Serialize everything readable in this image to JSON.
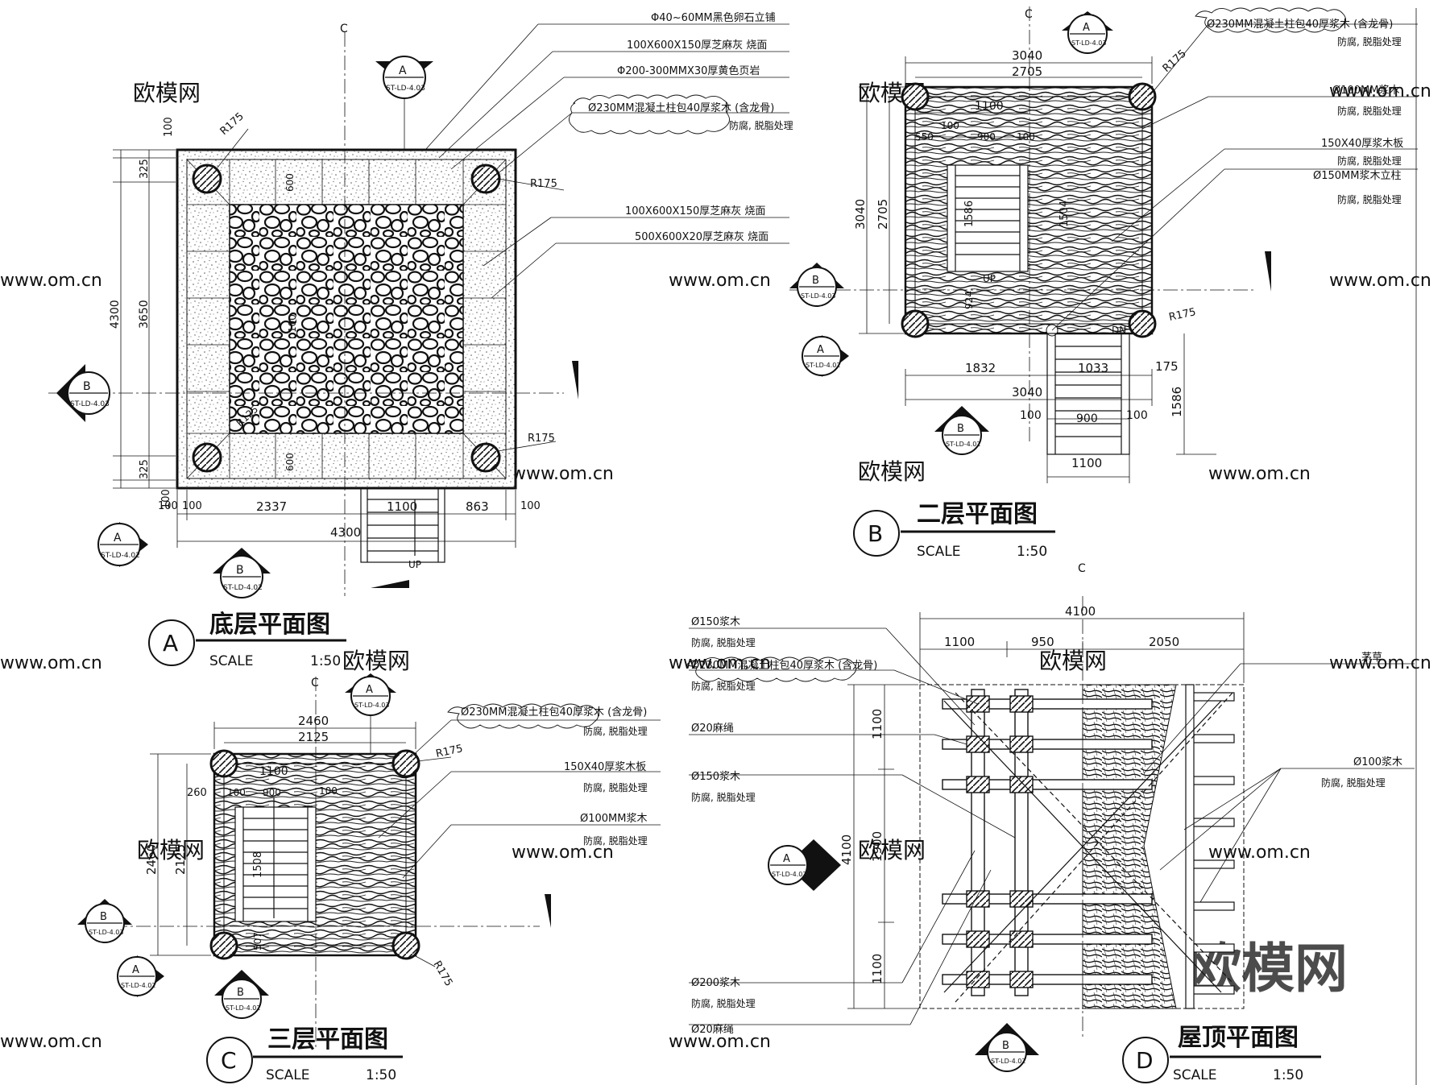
{
  "watermarks": {
    "site_cn": "欧模网",
    "site_url": "www.om.cn",
    "logo": "欧模网"
  },
  "plan_a": {
    "marker": "A",
    "title": "底层平面图",
    "scale_label": "SCALE",
    "scale_value": "1:50",
    "up_label": "UP",
    "centerline": "C",
    "section_a": {
      "letter": "A",
      "ref": "ST-LD-4.03"
    },
    "section_b": {
      "letter": "B",
      "ref": "ST-LD-4.03"
    },
    "section_a_bottom": {
      "letter": "A",
      "ref": "ST-LD-4.02"
    },
    "section_b_bottom": {
      "letter": "B",
      "ref": "ST-LD-4.02"
    },
    "dims": {
      "top_100": "100",
      "top_325": "325",
      "overall_v": "4300",
      "inner_v": "3650",
      "bot_325": "325",
      "bot_100": "100",
      "h_100a": "100",
      "h_100b": "100",
      "h_2337": "2337",
      "h_1100": "1100",
      "h_863": "863",
      "h_100c": "100",
      "overall_h": "4300",
      "tile_600a": "600",
      "tile_600b": "600",
      "r175a": "R175",
      "r175b": "R175",
      "r175c": "R175",
      "r_inner": "R125",
      "center_mark": "100"
    },
    "notes": [
      "Φ40~60MM黑色卵石立铺",
      "100X600X150厚芝麻灰 烧面",
      "Φ200-300MMX30厚黄色页岩",
      "Ø230MM混凝土柱包40厚浆木 (含龙骨)",
      "防腐, 脱脂处理",
      "100X600X150厚芝麻灰 烧面",
      "500X600X20厚芝麻灰 烧面"
    ]
  },
  "plan_b": {
    "marker": "B",
    "title": "二层平面图",
    "scale_label": "SCALE",
    "scale_value": "1:50",
    "up_label": "UP",
    "dn_label": "DN",
    "centerline": "C",
    "section_a": {
      "letter": "A",
      "ref": "ST-LD-4.03"
    },
    "section_b": {
      "letter": "B",
      "ref": "ST-LD-4.03"
    },
    "section_a_left": {
      "letter": "A",
      "ref": "ST-LD-4.02"
    },
    "section_b_bottom": {
      "letter": "B",
      "ref": "ST-LD-4.02"
    },
    "dims": {
      "top_3040": "3040",
      "top_2705": "2705",
      "top_1100": "1100",
      "top_100a": "100",
      "top_550": "550",
      "top_900": "900",
      "top_100b": "100",
      "left_3040": "3040",
      "left_2705": "2705",
      "v_1586": "1586",
      "v_1504": "1504",
      "v_924": "924",
      "bot_1832": "1832",
      "bot_1033": "1033",
      "bot_175": "175",
      "bot_3040": "3040",
      "stair_100a": "100",
      "stair_900": "900",
      "stair_100b": "100",
      "stair_1100": "1100",
      "stair_1586": "1586",
      "r175a": "R175",
      "r175b": "R175"
    },
    "notes": [
      "Ø230MM混凝土柱包40厚浆木 (含龙骨)",
      "防腐, 脱脂处理",
      "Ø100MM浆木",
      "防腐, 脱脂处理",
      "150X40厚浆木板",
      "防腐, 脱脂处理",
      "Ø150MM浆木立柱",
      "防腐, 脱脂处理"
    ]
  },
  "plan_c": {
    "marker": "C",
    "title": "三层平面图",
    "scale_label": "SCALE",
    "scale_value": "1:50",
    "centerline": "C",
    "section_a": {
      "letter": "A",
      "ref": "ST-LD-4.03"
    },
    "section_b": {
      "letter": "B",
      "ref": "ST-LD-4.03"
    },
    "section_a_left": {
      "letter": "A",
      "ref": "ST-LD-4.02"
    },
    "section_b_bottom": {
      "letter": "B",
      "ref": "ST-LD-4.02"
    },
    "dims": {
      "top_2460": "2460",
      "top_2125": "2125",
      "top_1100": "1100",
      "top_260": "260",
      "top_100a": "100",
      "top_900": "900",
      "top_100b": "100",
      "left_2460": "2460",
      "left_2125": "2125",
      "v_1508": "1508",
      "v_507": "507",
      "r175a": "R175",
      "r175b": "R175"
    },
    "notes": [
      "Ø230MM混凝土柱包40厚浆木 (含龙骨)",
      "防腐, 脱脂处理",
      "150X40厚浆木板",
      "防腐, 脱脂处理",
      "Ø100MM浆木",
      "防腐, 脱脂处理"
    ]
  },
  "plan_d": {
    "marker": "D",
    "title": "屋顶平面图",
    "scale_label": "SCALE",
    "scale_value": "1:50",
    "centerline": "C",
    "section_a_left": {
      "letter": "A",
      "ref": "ST-LD-4.02"
    },
    "section_b_bottom": {
      "letter": "B",
      "ref": "ST-LD-4.02"
    },
    "dims": {
      "top_4100": "4100",
      "top_1100": "1100",
      "top_950": "950",
      "top_2050": "2050",
      "left_4100": "4100",
      "left_1100a": "1100",
      "left_1900": "1900",
      "left_1100b": "1100"
    },
    "notes_left": [
      "Ø150浆木",
      "防腐, 脱脂处理",
      "Ø230MM混凝土柱包40厚浆木 (含龙骨)",
      "防腐, 脱脂处理",
      "Ø20麻绳",
      "Ø150浆木",
      "防腐, 脱脂处理",
      "Ø200浆木",
      "防腐, 脱脂处理",
      "Ø20麻绳"
    ],
    "notes_right": [
      "茅草",
      "Ø100浆木",
      "防腐, 脱脂处理"
    ]
  }
}
